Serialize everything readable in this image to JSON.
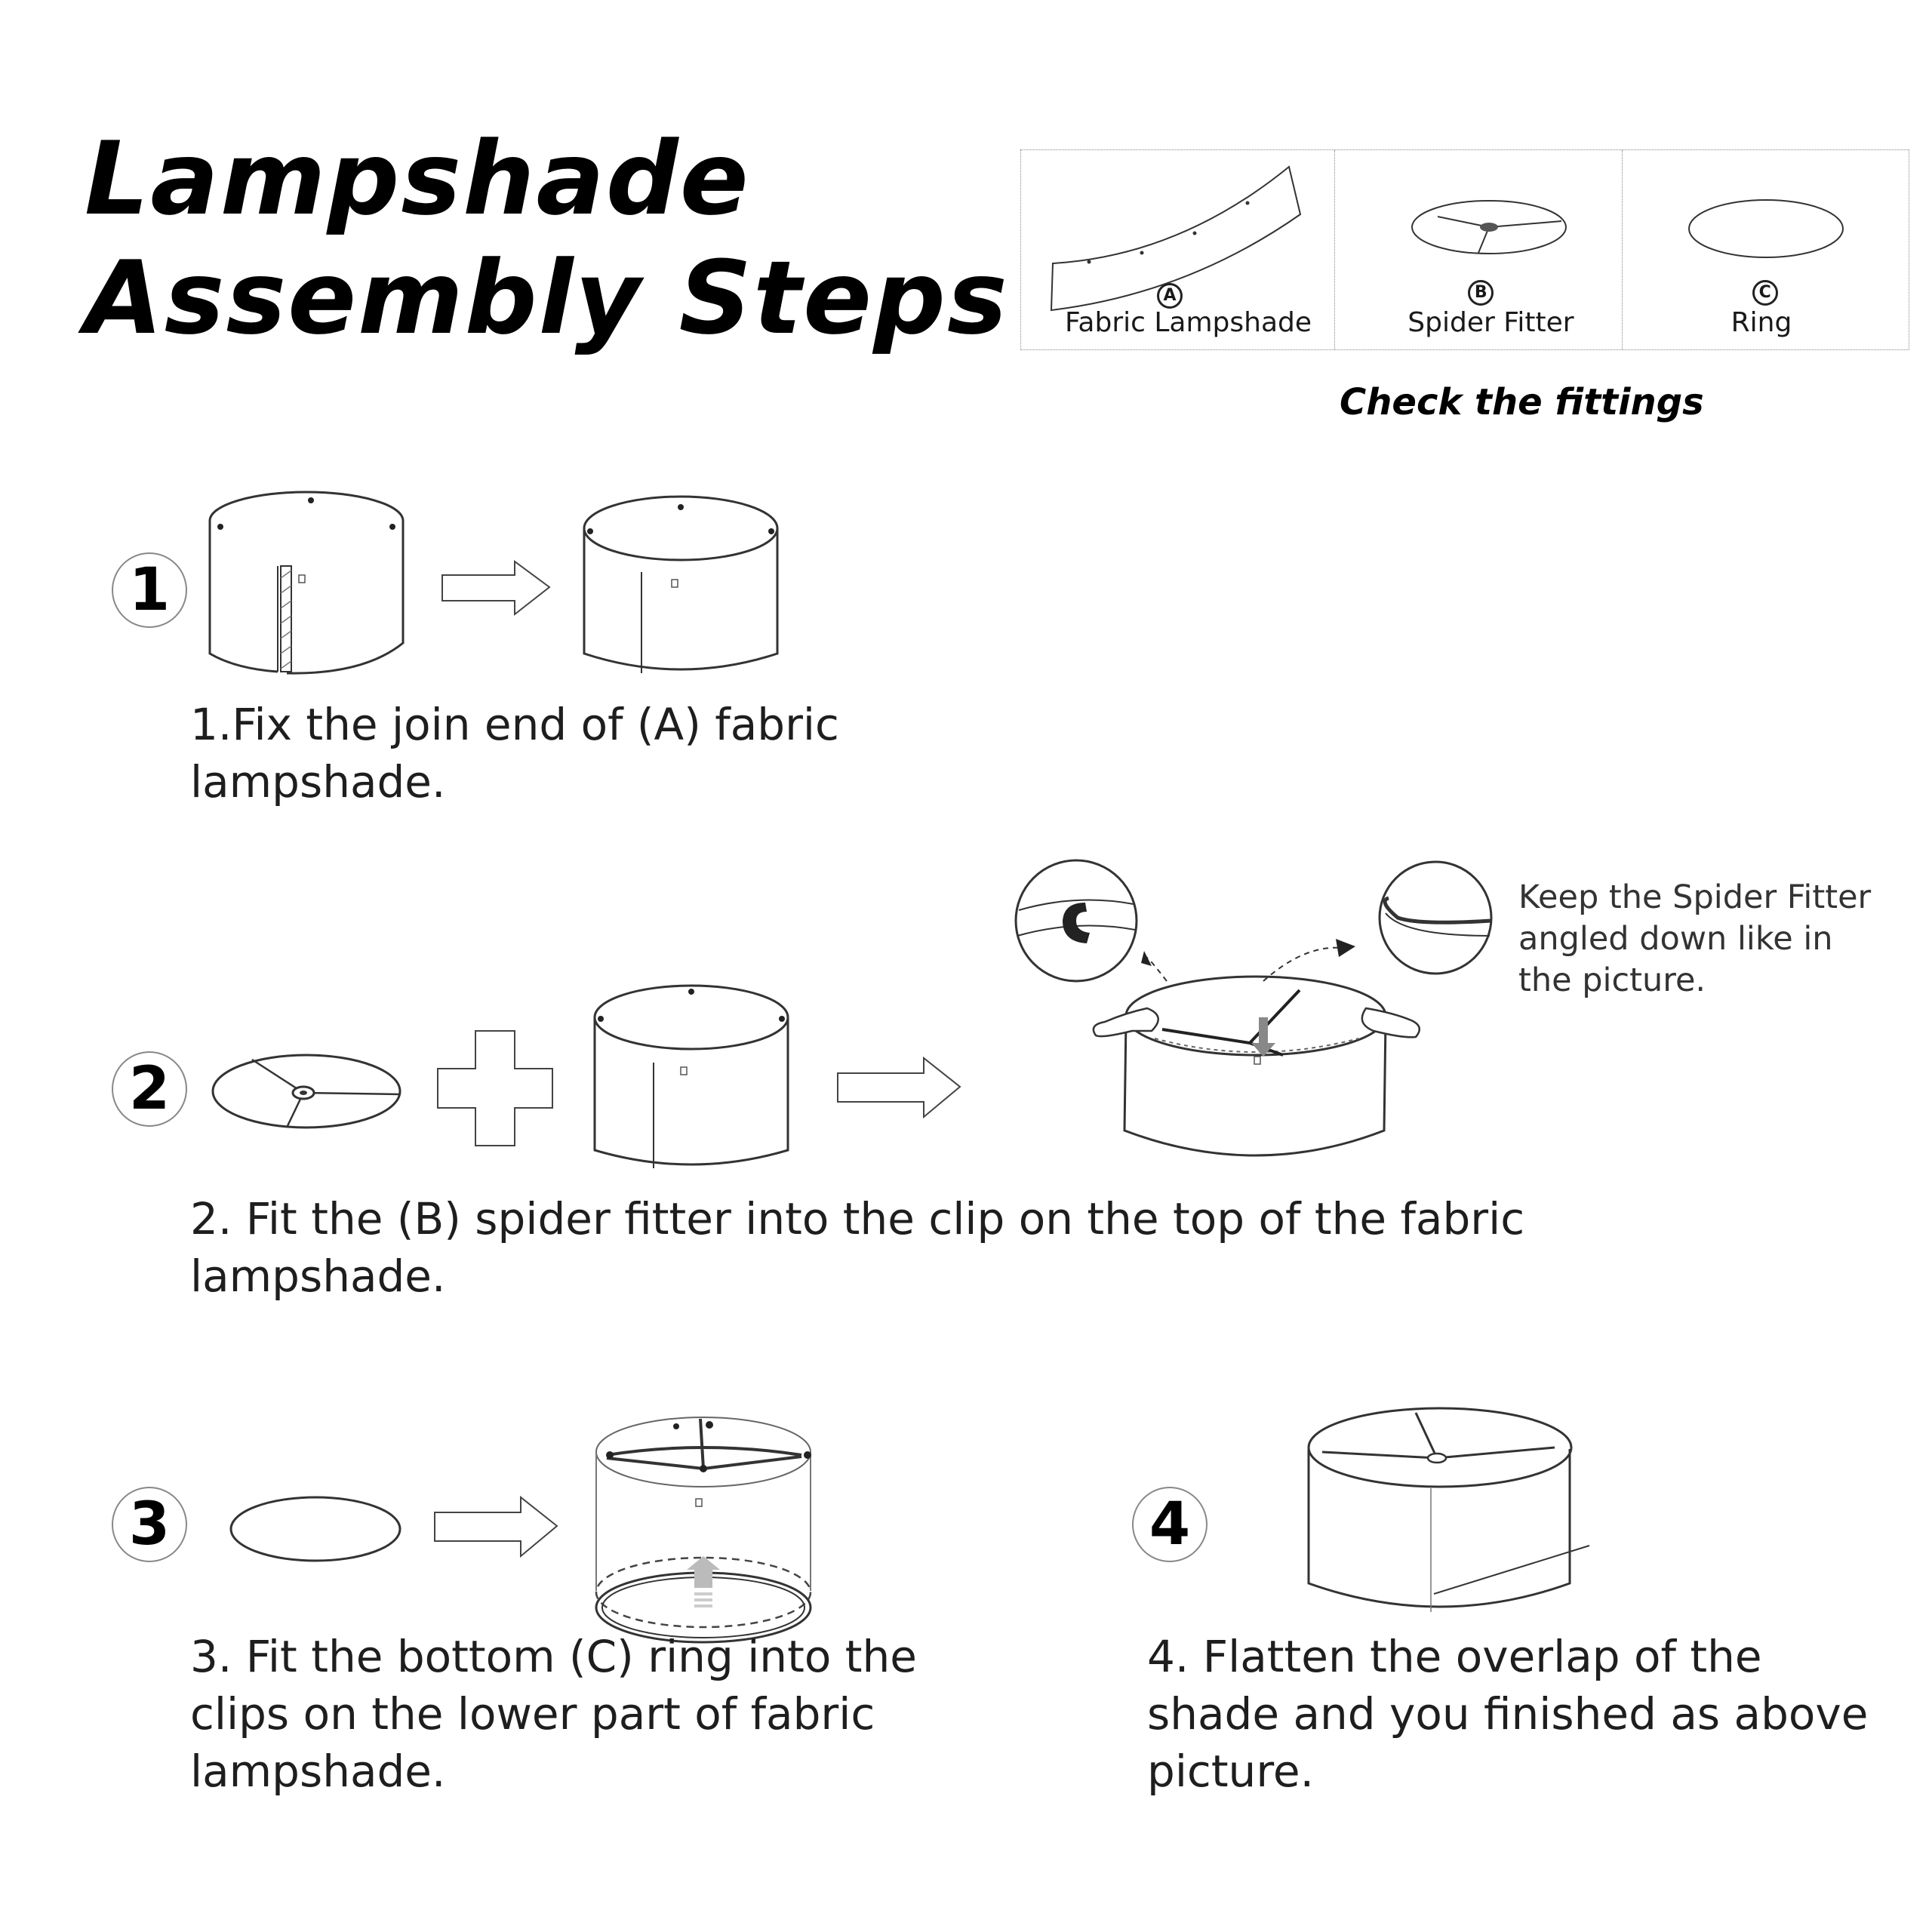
{
  "title": {
    "line1": "Lampshade",
    "line2": "Assembly Steps"
  },
  "fittings": {
    "items": [
      {
        "letter": "A",
        "label": "Fabric Lampshade"
      },
      {
        "letter": "B",
        "label": "Spider Fitter"
      },
      {
        "letter": "C",
        "label": "Ring"
      }
    ],
    "caption": "Check the fittings"
  },
  "steps": [
    {
      "number": "1",
      "text": "1.Fix the join end of  (A) fabric\nlampshade."
    },
    {
      "number": "2",
      "text": "2. Fit the    (B)  spider fitter into the clip on the top of the fabric\nlampshade.",
      "note": "Keep the Spider Fitter\nangled down like in\nthe picture."
    },
    {
      "number": "3",
      "text": "3. Fit the bottom (C) ring into the\nclips on the lower part of fabric\nlampshade."
    },
    {
      "number": "4",
      "text": "4. Flatten the overlap of the\nshade and you finished as above\npicture."
    }
  ]
}
